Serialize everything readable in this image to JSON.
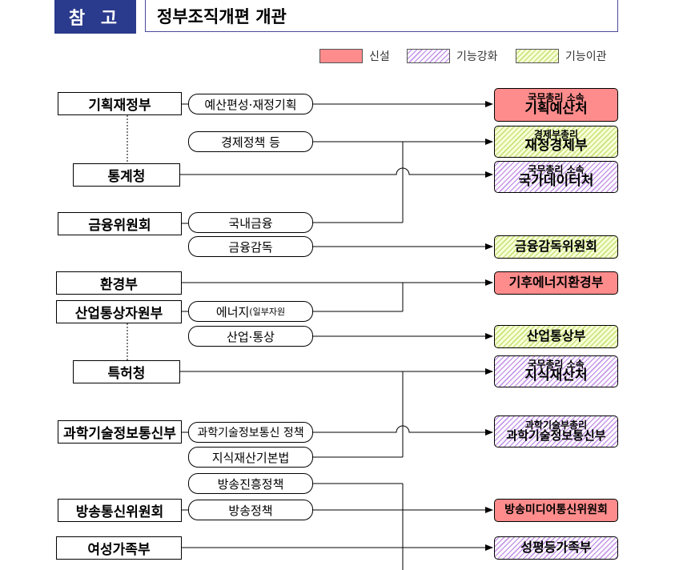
{
  "header": {
    "tag": "참 고",
    "title": "정부조직개편 개관"
  },
  "legend": [
    {
      "label": "신설",
      "fill": "new"
    },
    {
      "label": "기능강화",
      "fill": "strong"
    },
    {
      "label": "기능이관",
      "fill": "move"
    }
  ],
  "colors": {
    "new": "#ff8c8c",
    "strong_hatch": "#c69ae8",
    "move_hatch": "#c8e27a",
    "tag_bg": "#2a3a8c"
  },
  "orgs": {
    "moef": "기획재정부",
    "stats": "통계청",
    "fsc": "금융위원회",
    "env": "환경부",
    "motie": "산업통상자원부",
    "kipo": "특허청",
    "msit": "과학기술정보통신부",
    "kcc": "방송통신위원회",
    "mogef": "여성가족부"
  },
  "functions": {
    "budget": "예산편성·재정기획",
    "econ": "경제정책 등",
    "domestic_finance": "국내금융",
    "fin_supervision": "금융감독",
    "energy_a": "에너지",
    "energy_b": "(일부자원",
    "industry_trade": "산업·통상",
    "sci_policy": "과학기술정보통신 정책",
    "ip_law": "지식재산기본법",
    "broadcast_promo": "방송진흥정책",
    "broadcast_policy": "방송정책"
  },
  "targets": {
    "budget_office": {
      "sub": "국무총리 소속",
      "main": "기획예산처"
    },
    "finance_economy": {
      "sub": "경제부총리",
      "main": "재정경제부"
    },
    "data_office": {
      "sub": "국무총리 소속",
      "main": "국가데이터처"
    },
    "fss_commission": {
      "main": "금융감독위원회"
    },
    "climate_energy_env": {
      "main": "기후에너지환경부"
    },
    "motie_new": {
      "main": "산업통상부"
    },
    "ip_office": {
      "sub": "국무총리 소속",
      "main": "지식재산처"
    },
    "msit_new": {
      "sub": "과학기술부총리",
      "main": "과학기술정보통신부"
    },
    "broadcast_media": {
      "main": "방송미디어통신위원회"
    },
    "gender_family": {
      "main": "성평등가족부"
    }
  }
}
